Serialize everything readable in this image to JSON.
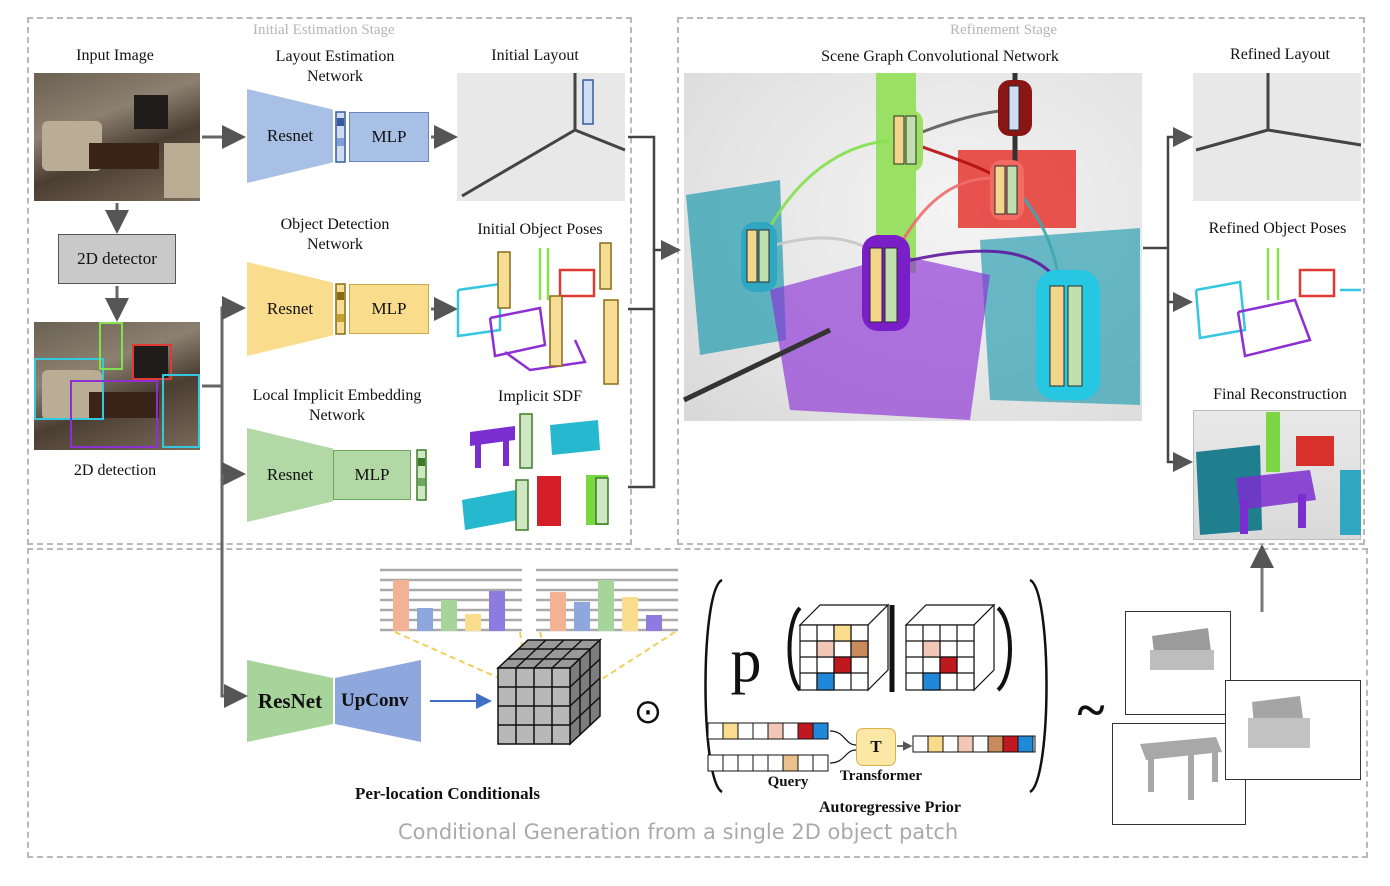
{
  "stages": {
    "initial": "Initial Estimation Stage",
    "refinement": "Refinement Stage",
    "conditional": "Conditional Generation from a single 2D object patch"
  },
  "left": {
    "input_image": "Input Image",
    "detector": "2D detector",
    "detection": "2D detection"
  },
  "networks": [
    {
      "title_line1": "Layout Estimation",
      "title_line2": "Network",
      "encoder": "Resnet",
      "head": "MLP",
      "output": "Initial Layout",
      "color": "#a9c0e6"
    },
    {
      "title_line1": "Object Detection",
      "title_line2": "Network",
      "encoder": "Resnet",
      "head": "MLP",
      "output": "Initial Object Poses",
      "color": "#f9dc8c"
    },
    {
      "title_line1": "Local Implicit Embedding",
      "title_line2": "Network",
      "encoder": "Resnet",
      "head": "MLP",
      "output": "Implicit SDF",
      "color": "#b2d8a5"
    }
  ],
  "refinement": {
    "graph_title": "Scene Graph Convolutional Network",
    "outputs": [
      "Refined Layout",
      "Refined Object Poses",
      "Final Reconstruction"
    ]
  },
  "bottom": {
    "encoder": "ResNet",
    "decoder": "UpConv",
    "per_location": "Per-location Conditionals",
    "odot": "⊙",
    "prob_p": "p",
    "transformer_symbol": "T",
    "query": "Query",
    "transformer": "Transformer",
    "autoregressive": "Autoregressive Prior",
    "tilde": "~"
  },
  "colors": {
    "blue": "#a9c0e6",
    "yellow": "#f9dc8c",
    "green": "#b2d8a5",
    "cyan": "#36c6df",
    "purple": "#8e2fd2",
    "red": "#e03a35",
    "lime": "#86e04d"
  }
}
